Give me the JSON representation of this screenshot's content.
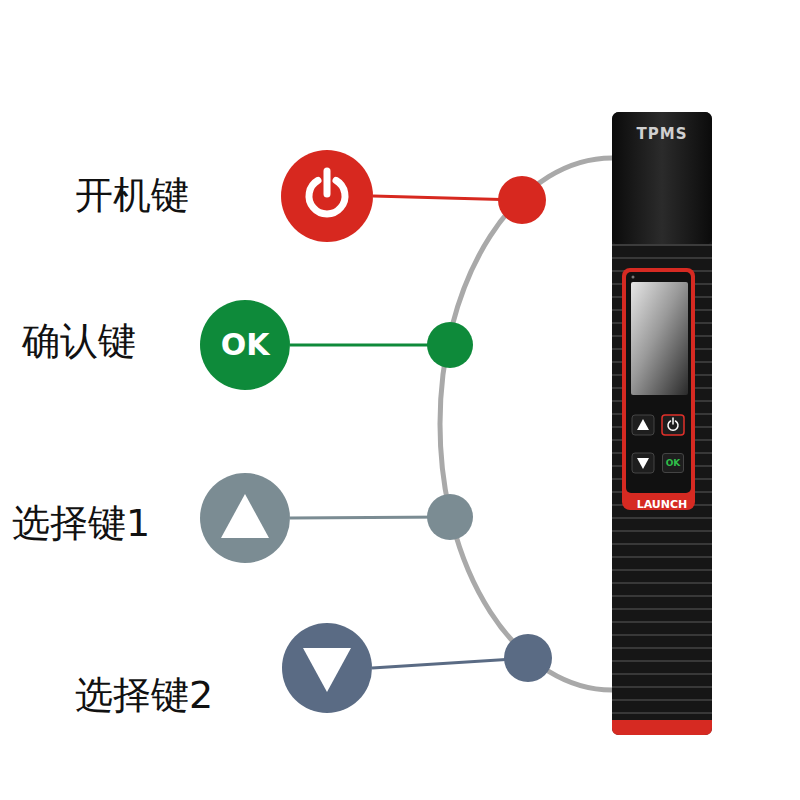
{
  "diagram": {
    "nodes": [
      {
        "text": [
          "TPMS",
          "LAUNCH"
        ]
      },
      {
        "text": [
          "OK"
        ],
        "in": 0
      },
      {
        "text": [
          "OK"
        ]
      }
    ],
    "labels": [
      "开机键",
      "确认键",
      "选择键1",
      "选择键2"
    ]
  }
}
